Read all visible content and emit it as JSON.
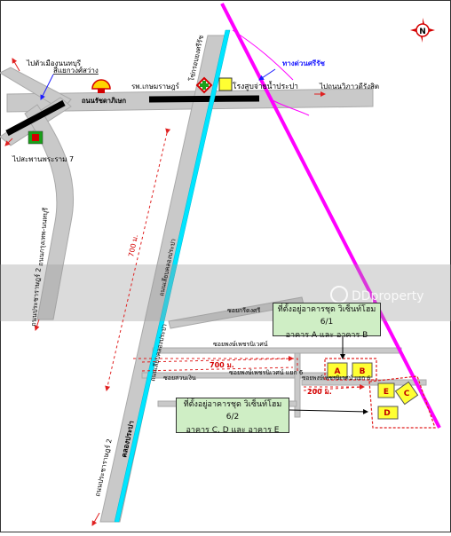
{
  "labels": {
    "nonthaburi_city": "ไปตัวเมืองนนทบุรี",
    "intersection": "สี่แยกวงศ์สว่าง",
    "hospital": "รพ.เกษมราษฎร์",
    "water_plant": "โรงสูบจ่ายน้ำประปา",
    "expressway": "ทางด่วนศรีรัช",
    "to_road_west": "ไปถนนวิภาวดีรังสิต",
    "main_road": "ถนนรัชดาภิเษก",
    "rama7": "ไปสะพานพระราม 7",
    "road_left": "ถนนกรุงเทพ-นนทบุรี",
    "pracharat": "ถนนประชาราษฎร์ 2",
    "pracharat_bottom": "ถนนประชาราษฎร์ 2",
    "canal": "คลองประปา",
    "road_cross": "โซ่กรอบยงศรีรัช",
    "road_along_canal": "ถนนเลียบคลองประปา",
    "road_along_canal2": "ถนนเลียบคลองประปา",
    "soi_1": "ซอยกรีดงศรี",
    "soi_2": "ซอยพงษ์เพชรนิเวศน์",
    "soi_3": "ซอยพงษ์เพชรนิเวศน์ แยก 6",
    "soi_4": "ซอยสวนเงิน",
    "soi_5": "ซอยพงษ์เพชรนิเวศน์ แยก 6",
    "dist_700_vertical": "700 ม.",
    "dist_700": "700 ม.",
    "dist_200": "200 ม.",
    "compass": "N",
    "watermark": "DDproperty",
    "callout_top_line1": "ที่ตั้งอยู่อาคารชุด วิเซ็นท์โฮม 6/1",
    "callout_top_line2": "อาคาร A และ อาคาร B",
    "callout_bottom_line1": "ที่ตั้งอยู่อาคารชุด วิเซ็นท์โฮม 6/2",
    "callout_bottom_line2": "อาคาร C, D และ อาคาร E",
    "bldg_a": "A",
    "bldg_b": "B",
    "bldg_c": "C",
    "bldg_d": "D",
    "bldg_e": "E"
  },
  "colors": {
    "road": "#c9c9c9",
    "expressway": "#ff00ff",
    "canal": "#00e5ff",
    "building": "#ffff33",
    "callout": "#cfeec5",
    "dashed": "#e02020"
  },
  "icons": [
    "shell-logo",
    "hospital-cross-icon",
    "water-plant-icon",
    "compass-icon"
  ]
}
